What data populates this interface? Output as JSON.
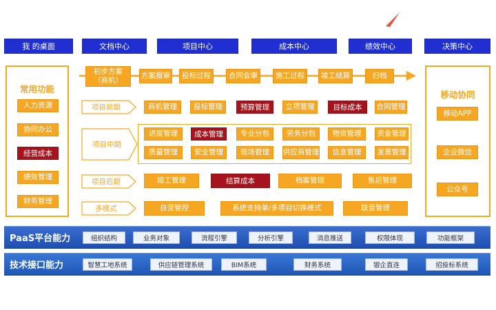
{
  "top_nav": [
    "我 的桌面",
    "文档中心",
    "项目中心",
    "成本中心",
    "绩效中心",
    "决策中心"
  ],
  "left_panel": {
    "title": "常用功能",
    "items": [
      {
        "label": "人力资源",
        "style": "orange"
      },
      {
        "label": "协同办公",
        "style": "orange"
      },
      {
        "label": "经营成本",
        "style": "red"
      },
      {
        "label": "绩效管理",
        "style": "orange"
      },
      {
        "label": "财务管理",
        "style": "orange"
      }
    ]
  },
  "right_panel": {
    "title": "移动协同",
    "items": [
      "移动APP",
      "企业微信",
      "公众号"
    ]
  },
  "process": {
    "first_line1": "初步方案",
    "first_line2": "（商机）",
    "steps": [
      "方案报审",
      "投标过程",
      "合同会审",
      "施工过程",
      "竣工结算",
      "归档"
    ]
  },
  "phases": {
    "early": {
      "label": "项目前期",
      "items": [
        {
          "label": "商机管理",
          "style": "orange"
        },
        {
          "label": "投标管理",
          "style": "orange"
        },
        {
          "label": "预算管理",
          "style": "red"
        },
        {
          "label": "立项管理",
          "style": "orange"
        },
        {
          "label": "目标成本",
          "style": "red"
        },
        {
          "label": "合同管理",
          "style": "orange"
        }
      ]
    },
    "mid": {
      "label": "项目中期",
      "row1": [
        {
          "label": "进度管理",
          "style": "orange"
        },
        {
          "label": "成本管理",
          "style": "red"
        },
        {
          "label": "专业分包",
          "style": "orange"
        },
        {
          "label": "劳务分包",
          "style": "orange"
        },
        {
          "label": "物资管理",
          "style": "orange"
        },
        {
          "label": "资金管理",
          "style": "orange"
        }
      ],
      "row2": [
        {
          "label": "质量管理",
          "style": "orange"
        },
        {
          "label": "安全管理",
          "style": "orange"
        },
        {
          "label": "现场管理",
          "style": "orange"
        },
        {
          "label": "供应商管理",
          "style": "orange"
        },
        {
          "label": "信息管理",
          "style": "orange"
        },
        {
          "label": "发票管理",
          "style": "orange"
        }
      ]
    },
    "late": {
      "label": "项目后期",
      "items": [
        {
          "label": "竣工管理",
          "style": "orange"
        },
        {
          "label": "结算成本",
          "style": "red"
        },
        {
          "label": "档案管理",
          "style": "orange"
        },
        {
          "label": "售后管理",
          "style": "orange"
        }
      ]
    },
    "multi": {
      "label": "多模式",
      "items": [
        {
          "label": "自营管控",
          "style": "orange"
        },
        {
          "label": "系统支持单/多项目切换模式",
          "style": "orange"
        },
        {
          "label": "联营管理",
          "style": "orange"
        }
      ]
    }
  },
  "paas": {
    "title": "PaaS平台能力",
    "items": [
      "组织结构",
      "业务对象",
      "流程引擎",
      "分析引擎",
      "消息推送",
      "权限体现",
      "功能框架"
    ]
  },
  "tech": {
    "title": "技术接口能力",
    "items": [
      "智慧工地系统",
      "供应链管理系统",
      "BIM系统",
      "财务系统",
      "银企直连",
      "招投标系统"
    ]
  },
  "colors": {
    "orange": "#f5a623",
    "red": "#a5141d",
    "nav_blue": "#1f2fd0",
    "band_blue": "#2a5fc2"
  }
}
